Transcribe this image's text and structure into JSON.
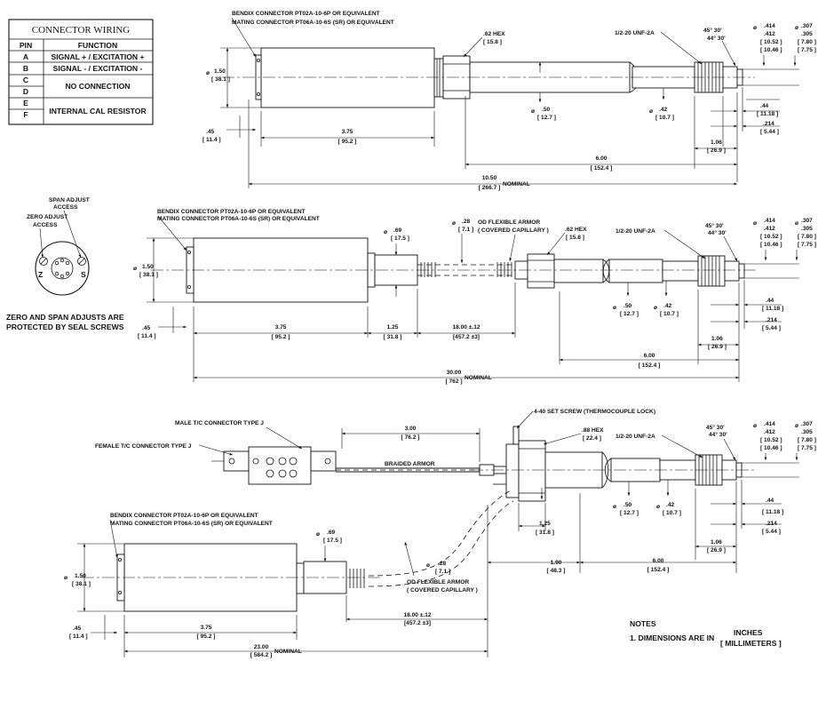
{
  "table": {
    "title": "CONNECTOR WIRING",
    "col_pin": "PIN",
    "col_function": "FUNCTION",
    "pins": [
      "A",
      "B",
      "C",
      "D",
      "E",
      "F"
    ],
    "f_a": "SIGNAL + / EXCITATION +",
    "f_b": "SIGNAL - / EXCITATION -",
    "f_cd": "NO CONNECTION",
    "f_ef": "INTERNAL CAL RESISTOR"
  },
  "d1": {
    "bendix": "BENDIX CONNECTOR  PT02A-10-6P OR EQUIVALENT",
    "mating": "MATING CONNECTOR  PT06A-10-6S (SR) OR EQUIVALENT",
    "hex": ".62 HEX",
    "hex_mm": "[ 15.8 ]",
    "thread": "1/2-20 UNF-2A",
    "ang1": "45° 30'",
    "ang2": "44° 30'",
    "d414": ".414",
    "d412": ".412",
    "d1052": "[ 10.52 ]",
    "d1046": "[ 10.46 ]",
    "d307": ".307",
    "d305": ".305",
    "d780": "[ 7.80 ]",
    "d775": "[ 7.75 ]",
    "dia150": "1.50",
    "dia150mm": "[ 38.1 ]",
    "d45": ".45",
    "d45mm": "[ 11.4 ]",
    "l375": "3.75",
    "l375mm": "[ 95.2 ]",
    "d50": ".50",
    "d50mm": "[ 12.7 ]",
    "d42": ".42",
    "d42mm": "[ 10.7 ]",
    "d44": ".44",
    "d44mm": "[ 11.18 ]",
    "d214": ".214",
    "d214mm": "[ 5.44 ]",
    "l106": "1.06",
    "l106mm": "[ 26.9 ]",
    "l600": "6.00",
    "l600mm": "[ 152.4 ]",
    "l1050": "10.50",
    "l1050mm": "[ 266.7 ]",
    "nominal": "NOMINAL",
    "phi": "ø"
  },
  "face": {
    "span": "SPAN ADJUST",
    "span2": "ACCESS",
    "zero": "ZERO ADJUST",
    "zero2": "ACCESS",
    "z": "Z",
    "s": "S",
    "note1": "ZERO AND SPAN ADJUSTS ARE",
    "note2": "PROTECTED BY SEAL SCREWS"
  },
  "d2": {
    "bendix": "BENDIX CONNECTOR  PT02A-10-6P OR EQUIVALENT",
    "mating": "MATING CONNECTOR  PT06A-10-6S (SR) OR EQUIVALENT",
    "d69": ".69",
    "d69mm": "[ 17.5 ]",
    "d28": ".28",
    "d28mm": "[ 7.1 ]",
    "armor": "OD FLEXIBLE ARMOR",
    "armor2": "( COVERED CAPILLARY )",
    "hex": ".62 HEX",
    "hex_mm": "[ 15.8 ]",
    "thread": "1/2-20 UNF-2A",
    "ang1": "45° 30'",
    "ang2": "44° 30'",
    "d414": ".414",
    "d412": ".412",
    "d1052": "[ 10.52 ]",
    "d1046": "[ 10.46 ]",
    "d307": ".307",
    "d305": ".305",
    "d780": "[ 7.80 ]",
    "d775": "[ 7.75 ]",
    "dia150": "1.50",
    "dia150mm": "[ 38.1 ]",
    "d45": ".45",
    "d45mm": "[ 11.4 ]",
    "l375": "3.75",
    "l375mm": "[ 95.2 ]",
    "l125": "1.25",
    "l125mm": "[ 31.8 ]",
    "l1800": "18.00 ±.12",
    "l1800mm": "[457.2 ±3]",
    "d50": ".50",
    "d50mm": "[ 12.7 ]",
    "d42": ".42",
    "d42mm": "[ 10.7 ]",
    "d44": ".44",
    "d44mm": "[ 11.18 ]",
    "d214": ".214",
    "d214mm": "[ 5.44 ]",
    "l106": "1.06",
    "l106mm": "[ 26.9 ]",
    "l600": "6.00",
    "l600mm": "[ 152.4 ]",
    "l3000": "30.00",
    "l3000mm": "[ 762 ]",
    "nominal": "NOMINAL"
  },
  "d3": {
    "male": "MALE T/C CONNECTOR TYPE J",
    "female": "FEMALE T/C CONNECTOR TYPE J",
    "l300": "3.00",
    "l300mm": "[ 76.2 ]",
    "braided": "BRAIDED ARMOR",
    "setscrew": "4-40 SET SCREW (THERMOCOUPLE LOCK)",
    "hex": ".88 HEX",
    "hex_mm": "[ 22.4 ]",
    "thread": "1/2-20 UNF-2A",
    "ang1": "45° 30'",
    "ang2": "44° 30'",
    "d414": ".414",
    "d412": ".412",
    "d1052": "[ 10.52 ]",
    "d1046": "[ 10.46 ]",
    "d307": ".307",
    "d305": ".305",
    "d780": "[ 7.80 ]",
    "d775": "[ 7.75 ]",
    "d50": ".50",
    "d50mm": "[ 12.7 ]",
    "d42": ".42",
    "d42mm": "[ 10.7 ]",
    "d44": ".44",
    "d44mm": "[ 11.18 ]",
    "d214": ".214",
    "d214mm": "[ 5.44 ]",
    "l125": "1.25",
    "l125mm": "[ 31.8 ]",
    "l106": "1.06",
    "l106mm": "[ 26.9 ]",
    "l190": "1.90",
    "l190mm": "[ 48.3 ]",
    "l600": "6.00",
    "l600mm": "[ 152.4 ]",
    "bendix": "BENDIX CONNECTOR  PT02A-10-6P OR EQUIVALENT",
    "mating": "MATING CONNECTOR  PT06A-10-6S (SR) OR EQUIVALENT",
    "d69": ".69",
    "d69mm": "[ 17.5 ]",
    "d28": ".28",
    "d28mm": "[ 7.1 ]",
    "armor": "OD FLEXIBLE ARMOR",
    "armor2": "( COVERED CAPILLARY )",
    "dia150": "1.50",
    "dia150mm": "[ 38.1 ]",
    "d45": ".45",
    "d45mm": "[ 11.4 ]",
    "l375": "3.75",
    "l375mm": "[ 95.2 ]",
    "l1800": "18.00 ±.12",
    "l1800mm": "[457.2 ±3]",
    "l2300": "23.00",
    "l2300mm": "[ 584.2 ]",
    "nominal": "NOMINAL"
  },
  "notes": {
    "title": "NOTES",
    "line1": "1. DIMENSIONS ARE IN",
    "inches": "INCHES",
    "mm": "[ MILLIMETERS ]"
  }
}
